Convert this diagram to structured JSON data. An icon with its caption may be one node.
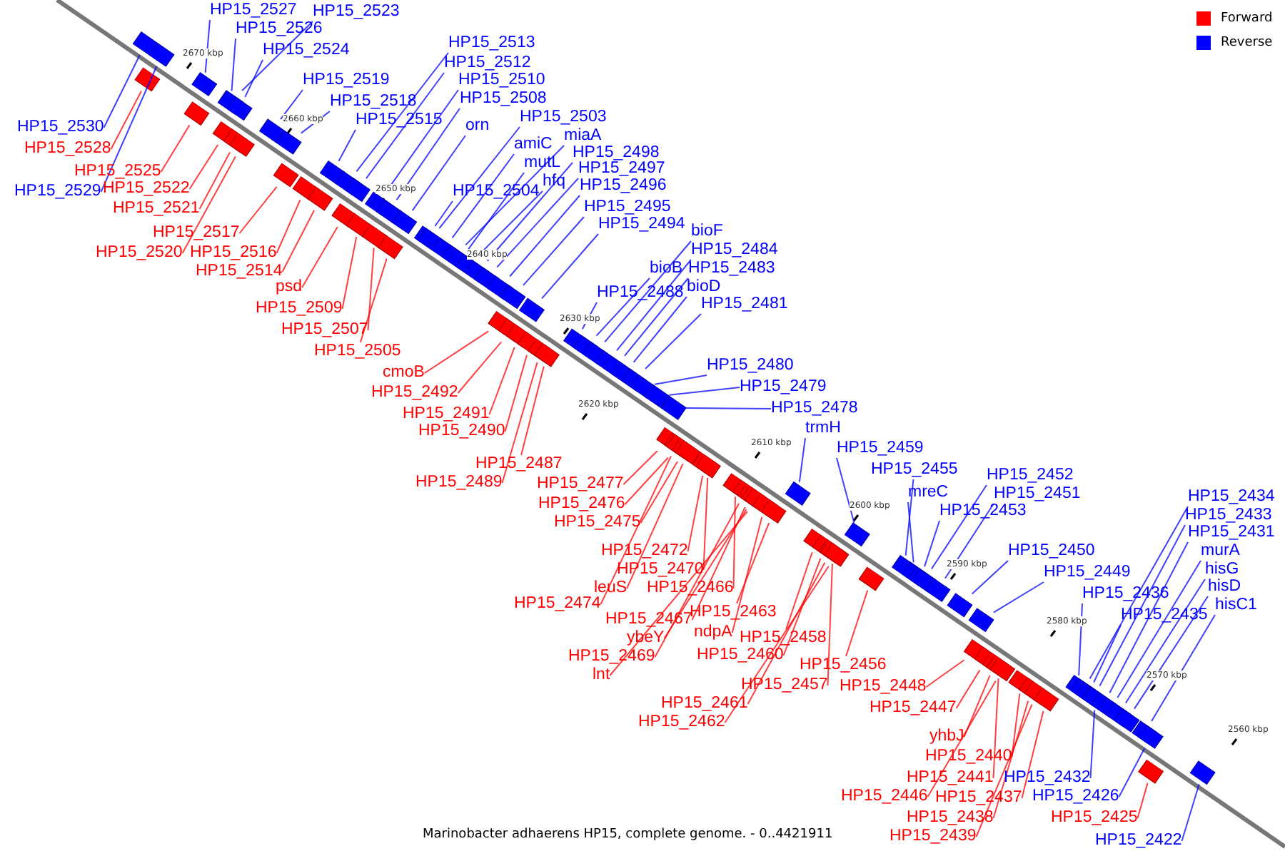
{
  "diagram": {
    "caption": "Marinobacter adhaerens HP15, complete genome. - 0..4421911",
    "nodes": [
      {
        "text": [
          "HP15_2527"
        ]
      },
      {
        "text": [
          "HP15_2526"
        ]
      },
      {
        "text": [
          "HP15_2523"
        ]
      },
      {
        "text": [
          "HP15_2524"
        ]
      },
      {
        "text": [
          "HP15_2530"
        ]
      },
      {
        "text": [
          "HP15_2529"
        ]
      },
      {
        "text": [
          "HP15_2519"
        ]
      },
      {
        "text": [
          "HP15_2518"
        ]
      },
      {
        "text": [
          "HP15_2515"
        ]
      },
      {
        "text": [
          "HP15_2513"
        ]
      },
      {
        "text": [
          "HP15_2512"
        ]
      },
      {
        "text": [
          "HP15_2510"
        ]
      },
      {
        "text": [
          "HP15_2508"
        ]
      },
      {
        "text": [
          "orn"
        ]
      },
      {
        "text": [
          "HP15_2503"
        ]
      },
      {
        "text": [
          "amiC"
        ]
      },
      {
        "text": [
          "miaA"
        ]
      },
      {
        "text": [
          "mutL"
        ]
      },
      {
        "text": [
          "HP15_2498"
        ]
      },
      {
        "text": [
          "hfq"
        ]
      },
      {
        "text": [
          "HP15_2497"
        ]
      },
      {
        "text": [
          "HP15_2504"
        ]
      },
      {
        "text": [
          "HP15_2496"
        ]
      },
      {
        "text": [
          "HP15_2495"
        ]
      },
      {
        "text": [
          "HP15_2494"
        ]
      },
      {
        "text": [
          "bioF"
        ]
      },
      {
        "text": [
          "HP15_2484"
        ]
      },
      {
        "text": [
          "bioB"
        ]
      },
      {
        "text": [
          "HP15_2483"
        ]
      },
      {
        "text": [
          "HP15_2488"
        ]
      },
      {
        "text": [
          "bioD"
        ]
      },
      {
        "text": [
          "HP15_2481"
        ]
      },
      {
        "text": [
          "HP15_2480"
        ]
      },
      {
        "text": [
          "HP15_2479"
        ]
      },
      {
        "text": [
          "HP15_2478"
        ]
      },
      {
        "text": [
          "trmH"
        ]
      },
      {
        "text": [
          "HP15_2459"
        ]
      },
      {
        "text": [
          "HP15_2455"
        ]
      },
      {
        "text": [
          "mreC"
        ]
      },
      {
        "text": [
          "HP15_2452"
        ]
      },
      {
        "text": [
          "HP15_2451"
        ]
      },
      {
        "text": [
          "HP15_2453"
        ]
      },
      {
        "text": [
          "HP15_2450"
        ]
      },
      {
        "text": [
          "HP15_2449"
        ]
      },
      {
        "text": [
          "HP15_2436"
        ]
      },
      {
        "text": [
          "HP15_2435"
        ]
      },
      {
        "text": [
          "HP15_2434"
        ]
      },
      {
        "text": [
          "HP15_2433"
        ]
      },
      {
        "text": [
          "HP15_2431"
        ]
      },
      {
        "text": [
          "murA"
        ]
      },
      {
        "text": [
          "hisG"
        ]
      },
      {
        "text": [
          "hisD"
        ]
      },
      {
        "text": [
          "hisC1"
        ]
      },
      {
        "text": [
          "HP15_2432"
        ]
      },
      {
        "text": [
          "HP15_2426"
        ]
      },
      {
        "text": [
          "HP15_2422"
        ]
      },
      {
        "text": [
          "HP15_2528"
        ]
      },
      {
        "text": [
          "HP15_2525"
        ]
      },
      {
        "text": [
          "HP15_2522"
        ]
      },
      {
        "text": [
          "HP15_2521"
        ]
      },
      {
        "text": [
          "HP15_2517"
        ]
      },
      {
        "text": [
          "HP15_2520"
        ]
      },
      {
        "text": [
          "HP15_2516"
        ]
      },
      {
        "text": [
          "HP15_2514"
        ]
      },
      {
        "text": [
          "psd"
        ]
      },
      {
        "text": [
          "HP15_2509"
        ]
      },
      {
        "text": [
          "HP15_2507"
        ]
      },
      {
        "text": [
          "HP15_2505"
        ]
      },
      {
        "text": [
          "cmoB"
        ]
      },
      {
        "text": [
          "HP15_2492"
        ]
      },
      {
        "text": [
          "HP15_2491"
        ]
      },
      {
        "text": [
          "HP15_2490"
        ]
      },
      {
        "text": [
          "HP15_2487"
        ]
      },
      {
        "text": [
          "HP15_2489"
        ]
      },
      {
        "text": [
          "HP15_2477"
        ]
      },
      {
        "text": [
          "HP15_2476"
        ]
      },
      {
        "text": [
          "HP15_2475"
        ]
      },
      {
        "text": [
          "HP15_2472"
        ]
      },
      {
        "text": [
          "HP15_2470"
        ]
      },
      {
        "text": [
          "HP15_2466"
        ]
      },
      {
        "text": [
          "leuS"
        ]
      },
      {
        "text": [
          "HP15_2474"
        ]
      },
      {
        "text": [
          "HP15_2467"
        ]
      },
      {
        "text": [
          "HP15_2463"
        ]
      },
      {
        "text": [
          "ybeY"
        ]
      },
      {
        "text": [
          "ndpA"
        ]
      },
      {
        "text": [
          "HP15_2469"
        ]
      },
      {
        "text": [
          "HP15_2458"
        ]
      },
      {
        "text": [
          "HP15_2460"
        ]
      },
      {
        "text": [
          "lnt"
        ]
      },
      {
        "text": [
          "HP15_2456"
        ]
      },
      {
        "text": [
          "HP15_2457"
        ]
      },
      {
        "text": [
          "HP15_2461"
        ]
      },
      {
        "text": [
          "HP15_2448"
        ]
      },
      {
        "text": [
          "HP15_2462"
        ]
      },
      {
        "text": [
          "HP15_2447"
        ]
      },
      {
        "text": [
          "yhbJ"
        ]
      },
      {
        "text": [
          "HP15_2440"
        ]
      },
      {
        "text": [
          "HP15_2441"
        ]
      },
      {
        "text": [
          "HP15_2446"
        ]
      },
      {
        "text": [
          "HP15_2437"
        ]
      },
      {
        "text": [
          "HP15_2438"
        ]
      },
      {
        "text": [
          "HP15_2439"
        ]
      },
      {
        "text": [
          "HP15_2425"
        ]
      },
      {
        "text": [],
        "shape": "box"
      },
      {
        "text": [],
        "shape": "box"
      },
      {
        "text": [],
        "shape": "box"
      },
      {
        "text": [],
        "shape": "box"
      },
      {
        "text": [],
        "shape": "box"
      },
      {
        "text": [],
        "shape": "box"
      },
      {
        "text": [],
        "shape": "box"
      },
      {
        "text": [],
        "shape": "box"
      },
      {
        "text": [],
        "shape": "box"
      },
      {
        "text": [],
        "shape": "box"
      },
      {
        "text": [],
        "shape": "box"
      },
      {
        "text": [],
        "shape": "box"
      },
      {
        "text": [],
        "shape": "box"
      },
      {
        "text": [],
        "shape": "box"
      },
      {
        "text": [],
        "shape": "box"
      },
      {
        "text": [],
        "shape": "box"
      },
      {
        "text": [],
        "shape": "box"
      },
      {
        "text": [],
        "shape": "box"
      },
      {
        "text": [],
        "shape": "box"
      },
      {
        "text": [],
        "shape": "box"
      },
      {
        "text": [],
        "shape": "box"
      },
      {
        "text": [],
        "shape": "box"
      },
      {
        "text": [],
        "shape": "box"
      },
      {
        "text": [],
        "shape": "box"
      },
      {
        "text": [],
        "shape": "box"
      },
      {
        "text": [],
        "shape": "box"
      },
      {
        "text": [],
        "shape": "box"
      },
      {
        "text": [],
        "shape": "box"
      },
      {
        "text": [],
        "shape": "box"
      },
      {
        "text": [],
        "shape": "box"
      },
      {
        "text": [],
        "shape": "box"
      },
      {
        "text": [],
        "shape": "box"
      },
      {
        "text": [],
        "shape": "box"
      },
      {
        "text": [],
        "shape": "box"
      },
      {
        "text": [],
        "shape": "box"
      },
      {
        "text": [],
        "shape": "box"
      },
      {
        "text": [],
        "shape": "box"
      },
      {
        "text": [],
        "shape": "box"
      },
      {
        "text": [],
        "shape": "box"
      },
      {
        "text": [],
        "shape": "box"
      },
      {
        "text": [],
        "shape": "box"
      },
      {
        "text": [],
        "shape": "box"
      },
      {
        "text": [],
        "shape": "box"
      },
      {
        "text": [],
        "shape": "box"
      },
      {
        "text": [],
        "shape": "box"
      },
      {
        "text": [],
        "shape": "box"
      },
      {
        "text": [],
        "shape": "box"
      },
      {
        "text": [],
        "shape": "box"
      },
      {
        "text": [],
        "shape": "box"
      },
      {
        "text": [],
        "shape": "box"
      },
      {
        "text": [],
        "shape": "box"
      },
      {
        "text": [],
        "shape": "box"
      },
      {
        "text": [],
        "shape": "box"
      },
      {
        "text": [],
        "shape": "box"
      },
      {
        "text": [],
        "shape": "box"
      },
      {
        "text": [],
        "shape": "box"
      },
      {
        "text": [],
        "shape": "box"
      },
      {
        "text": [],
        "shape": "box"
      },
      {
        "text": [],
        "shape": "box"
      },
      {
        "text": [],
        "shape": "box"
      },
      {
        "text": [],
        "shape": "box"
      },
      {
        "text": [],
        "shape": "box"
      },
      {
        "text": [],
        "shape": "box"
      },
      {
        "text": [],
        "shape": "box"
      },
      {
        "text": [],
        "shape": "box"
      },
      {
        "text": [],
        "shape": "box"
      },
      {
        "text": [],
        "shape": "box"
      },
      {
        "text": [],
        "shape": "box"
      },
      {
        "text": [],
        "shape": "box"
      },
      {
        "text": [],
        "shape": "box"
      },
      {
        "text": [],
        "shape": "box"
      },
      {
        "text": [],
        "shape": "box"
      },
      {
        "text": [],
        "shape": "box"
      },
      {
        "text": [],
        "shape": "box"
      },
      {
        "text": [],
        "shape": "box"
      },
      {
        "text": [],
        "shape": "box"
      },
      {
        "text": [],
        "shape": "box"
      },
      {
        "text": [],
        "shape": "box"
      },
      {
        "text": [],
        "shape": "box"
      },
      {
        "text": [],
        "shape": "box"
      },
      {
        "text": [],
        "shape": "box"
      },
      {
        "text": [],
        "shape": "box"
      },
      {
        "text": [],
        "shape": "box"
      },
      {
        "text": [],
        "shape": "box"
      },
      {
        "text": [],
        "shape": "box"
      },
      {
        "text": [],
        "shape": "box"
      },
      {
        "text": [],
        "shape": "box"
      },
      {
        "text": [],
        "shape": "box"
      },
      {
        "text": [],
        "shape": "box"
      },
      {
        "text": [],
        "shape": "box"
      },
      {
        "text": [],
        "shape": "box"
      },
      {
        "text": [],
        "shape": "box"
      },
      {
        "text": [],
        "shape": "box"
      },
      {
        "text": [],
        "shape": "box"
      },
      {
        "text": [],
        "shape": "box"
      },
      {
        "text": [],
        "shape": "box"
      },
      {
        "text": [],
        "shape": "box"
      },
      {
        "text": [],
        "shape": "box"
      },
      {
        "text": [],
        "shape": "box"
      },
      {
        "text": [],
        "shape": "box"
      },
      {
        "text": [],
        "shape": "box"
      },
      {
        "text": [],
        "shape": "box"
      },
      {
        "text": [],
        "shape": "box"
      },
      {
        "text": [],
        "shape": "box"
      }
    ],
    "edges": [
      {
        "from": 0,
        "to": 107,
        "arrow": "none",
        "color": "#0000ff"
      },
      {
        "from": 1,
        "to": 110,
        "arrow": "none",
        "color": "#0000ff"
      },
      {
        "from": 2,
        "to": 109,
        "arrow": "none",
        "color": "#0000ff"
      },
      {
        "from": 3,
        "to": 111,
        "arrow": "none",
        "color": "#0000ff"
      },
      {
        "from": 4,
        "to": 104,
        "arrow": "none",
        "color": "#0000ff"
      },
      {
        "from": 5,
        "to": 105,
        "arrow": "none",
        "color": "#0000ff"
      },
      {
        "from": 6,
        "to": 115,
        "arrow": "none",
        "color": "#0000ff"
      },
      {
        "from": 7,
        "to": 116,
        "arrow": "none",
        "color": "#0000ff"
      },
      {
        "from": 8,
        "to": 119,
        "arrow": "none",
        "color": "#0000ff"
      },
      {
        "from": 9,
        "to": 121,
        "arrow": "none",
        "color": "#0000ff"
      },
      {
        "from": 10,
        "to": 122,
        "arrow": "none",
        "color": "#0000ff"
      },
      {
        "from": 11,
        "to": 125,
        "arrow": "none",
        "color": "#0000ff"
      },
      {
        "from": 12,
        "to": 126,
        "arrow": "none",
        "color": "#0000ff"
      },
      {
        "from": 13,
        "to": 128,
        "arrow": "none",
        "color": "#0000ff"
      },
      {
        "from": 14,
        "to": 131,
        "arrow": "none",
        "color": "#0000ff"
      },
      {
        "from": 15,
        "to": 132,
        "arrow": "none",
        "color": "#0000ff"
      },
      {
        "from": 16,
        "to": 133,
        "arrow": "none",
        "color": "#0000ff"
      },
      {
        "from": 17,
        "to": 134,
        "arrow": "none",
        "color": "#0000ff"
      },
      {
        "from": 18,
        "to": 136,
        "arrow": "none",
        "color": "#0000ff"
      },
      {
        "from": 19,
        "to": 135,
        "arrow": "none",
        "color": "#0000ff"
      },
      {
        "from": 20,
        "to": 137,
        "arrow": "none",
        "color": "#0000ff"
      },
      {
        "from": 21,
        "to": 130,
        "arrow": "none",
        "color": "#0000ff"
      },
      {
        "from": 22,
        "to": 138,
        "arrow": "none",
        "color": "#0000ff"
      },
      {
        "from": 23,
        "to": 139,
        "arrow": "none",
        "color": "#0000ff"
      },
      {
        "from": 24,
        "to": 142,
        "arrow": "none",
        "color": "#0000ff"
      },
      {
        "from": 25,
        "to": 149,
        "arrow": "none",
        "color": "#0000ff"
      },
      {
        "from": 26,
        "to": 150,
        "arrow": "none",
        "color": "#0000ff"
      },
      {
        "from": 27,
        "to": 148,
        "arrow": "none",
        "color": "#0000ff"
      },
      {
        "from": 28,
        "to": 151,
        "arrow": "none",
        "color": "#0000ff"
      },
      {
        "from": 29,
        "to": 147,
        "arrow": "none",
        "color": "#0000ff"
      },
      {
        "from": 30,
        "to": 152,
        "arrow": "none",
        "color": "#0000ff"
      },
      {
        "from": 31,
        "to": 153,
        "arrow": "none",
        "color": "#0000ff"
      },
      {
        "from": 32,
        "to": 154,
        "arrow": "none",
        "color": "#0000ff"
      },
      {
        "from": 33,
        "to": 155,
        "arrow": "none",
        "color": "#0000ff"
      },
      {
        "from": 34,
        "to": 156,
        "arrow": "none",
        "color": "#0000ff"
      },
      {
        "from": 35,
        "to": 171,
        "arrow": "none",
        "color": "#0000ff"
      },
      {
        "from": 36,
        "to": 177,
        "arrow": "none",
        "color": "#0000ff"
      },
      {
        "from": 37,
        "to": 179,
        "arrow": "none",
        "color": "#0000ff"
      },
      {
        "from": 38,
        "to": 180,
        "arrow": "none",
        "color": "#0000ff"
      },
      {
        "from": 39,
        "to": 182,
        "arrow": "none",
        "color": "#0000ff"
      },
      {
        "from": 40,
        "to": 183,
        "arrow": "none",
        "color": "#0000ff"
      },
      {
        "from": 41,
        "to": 181,
        "arrow": "none",
        "color": "#0000ff"
      },
      {
        "from": 42,
        "to": 184,
        "arrow": "none",
        "color": "#0000ff"
      },
      {
        "from": 43,
        "to": 185,
        "arrow": "none",
        "color": "#0000ff"
      },
      {
        "from": 44,
        "to": 195,
        "arrow": "none",
        "color": "#0000ff"
      },
      {
        "from": 45,
        "to": 197,
        "arrow": "none",
        "color": "#0000ff"
      },
      {
        "from": 46,
        "to": 196,
        "arrow": "none",
        "color": "#0000ff"
      },
      {
        "from": 47,
        "to": 198,
        "arrow": "none",
        "color": "#0000ff"
      },
      {
        "from": 48,
        "to": 200,
        "arrow": "none",
        "color": "#0000ff"
      },
      {
        "from": 49,
        "to": 201,
        "arrow": "none",
        "color": "#0000ff"
      },
      {
        "from": 50,
        "to": 202,
        "arrow": "none",
        "color": "#0000ff"
      },
      {
        "from": 51,
        "to": 203,
        "arrow": "none",
        "color": "#0000ff"
      },
      {
        "from": 52,
        "to": 204,
        "arrow": "none",
        "color": "#0000ff"
      },
      {
        "from": 53,
        "to": 199,
        "arrow": "none",
        "color": "#0000ff"
      },
      {
        "from": 54,
        "to": 205,
        "arrow": "none",
        "color": "#0000ff"
      },
      {
        "from": 55,
        "to": 207,
        "arrow": "none",
        "color": "#0000ff"
      },
      {
        "from": 56,
        "to": 106,
        "arrow": "none",
        "color": "#ff0000"
      },
      {
        "from": 57,
        "to": 108,
        "arrow": "none",
        "color": "#ff0000"
      },
      {
        "from": 58,
        "to": 112,
        "arrow": "none",
        "color": "#ff0000"
      },
      {
        "from": 59,
        "to": 113,
        "arrow": "none",
        "color": "#ff0000"
      },
      {
        "from": 60,
        "to": 117,
        "arrow": "none",
        "color": "#ff0000"
      },
      {
        "from": 61,
        "to": 114,
        "arrow": "none",
        "color": "#ff0000"
      },
      {
        "from": 62,
        "to": 118,
        "arrow": "none",
        "color": "#ff0000"
      },
      {
        "from": 63,
        "to": 120,
        "arrow": "none",
        "color": "#ff0000"
      },
      {
        "from": 64,
        "to": 123,
        "arrow": "none",
        "color": "#ff0000"
      },
      {
        "from": 65,
        "to": 124,
        "arrow": "none",
        "color": "#ff0000"
      },
      {
        "from": 66,
        "to": 127,
        "arrow": "none",
        "color": "#ff0000"
      },
      {
        "from": 67,
        "to": 129,
        "arrow": "none",
        "color": "#ff0000"
      },
      {
        "from": 68,
        "to": 140,
        "arrow": "none",
        "color": "#ff0000"
      },
      {
        "from": 69,
        "to": 141,
        "arrow": "none",
        "color": "#ff0000"
      },
      {
        "from": 70,
        "to": 143,
        "arrow": "none",
        "color": "#ff0000"
      },
      {
        "from": 71,
        "to": 144,
        "arrow": "none",
        "color": "#ff0000"
      },
      {
        "from": 72,
        "to": 146,
        "arrow": "none",
        "color": "#ff0000"
      },
      {
        "from": 73,
        "to": 145,
        "arrow": "none",
        "color": "#ff0000"
      },
      {
        "from": 74,
        "to": 157,
        "arrow": "none",
        "color": "#ff0000"
      },
      {
        "from": 75,
        "to": 159,
        "arrow": "none",
        "color": "#ff0000"
      },
      {
        "from": 76,
        "to": 160,
        "arrow": "none",
        "color": "#ff0000"
      },
      {
        "from": 77,
        "to": 162,
        "arrow": "none",
        "color": "#ff0000"
      },
      {
        "from": 78,
        "to": 163,
        "arrow": "none",
        "color": "#ff0000"
      },
      {
        "from": 79,
        "to": 164,
        "arrow": "none",
        "color": "#ff0000"
      },
      {
        "from": 80,
        "to": 161,
        "arrow": "none",
        "color": "#ff0000"
      },
      {
        "from": 81,
        "to": 158,
        "arrow": "none",
        "color": "#ff0000"
      },
      {
        "from": 82,
        "to": 166,
        "arrow": "none",
        "color": "#ff0000"
      },
      {
        "from": 83,
        "to": 170,
        "arrow": "none",
        "color": "#ff0000"
      },
      {
        "from": 84,
        "to": 167,
        "arrow": "none",
        "color": "#ff0000"
      },
      {
        "from": 85,
        "to": 169,
        "arrow": "none",
        "color": "#ff0000"
      },
      {
        "from": 86,
        "to": 165,
        "arrow": "none",
        "color": "#ff0000"
      },
      {
        "from": 87,
        "to": 172,
        "arrow": "none",
        "color": "#ff0000"
      },
      {
        "from": 88,
        "to": 173,
        "arrow": "none",
        "color": "#ff0000"
      },
      {
        "from": 89,
        "to": 168,
        "arrow": "none",
        "color": "#ff0000"
      },
      {
        "from": 90,
        "to": 178,
        "arrow": "none",
        "color": "#ff0000"
      },
      {
        "from": 91,
        "to": 175,
        "arrow": "none",
        "color": "#ff0000"
      },
      {
        "from": 92,
        "to": 174,
        "arrow": "none",
        "color": "#ff0000"
      },
      {
        "from": 93,
        "to": 186,
        "arrow": "none",
        "color": "#ff0000"
      },
      {
        "from": 94,
        "to": 176,
        "arrow": "none",
        "color": "#ff0000"
      },
      {
        "from": 95,
        "to": 187,
        "arrow": "none",
        "color": "#ff0000"
      },
      {
        "from": 96,
        "to": 188,
        "arrow": "none",
        "color": "#ff0000"
      },
      {
        "from": 97,
        "to": 191,
        "arrow": "none",
        "color": "#ff0000"
      },
      {
        "from": 98,
        "to": 189,
        "arrow": "none",
        "color": "#ff0000"
      },
      {
        "from": 99,
        "to": 190,
        "arrow": "none",
        "color": "#ff0000"
      },
      {
        "from": 100,
        "to": 194,
        "arrow": "none",
        "color": "#ff0000"
      },
      {
        "from": 101,
        "to": 192,
        "arrow": "none",
        "color": "#ff0000"
      },
      {
        "from": 102,
        "to": 193,
        "arrow": "none",
        "color": "#ff0000"
      },
      {
        "from": 103,
        "to": 206,
        "arrow": "none",
        "color": "#ff0000"
      }
    ],
    "labels": [
      "2670 kbp",
      "2660 kbp",
      "2650 kbp",
      "2640 kbp",
      "2630 kbp",
      "2620 kbp",
      "2610 kbp",
      "2600 kbp",
      "2590 kbp",
      "2580 kbp",
      "2570 kbp",
      "2560 kbp"
    ],
    "legend": [
      {
        "text": "Forward",
        "color": "#ff0000"
      },
      {
        "text": "Reverse",
        "color": "#0000ff"
      }
    ]
  }
}
